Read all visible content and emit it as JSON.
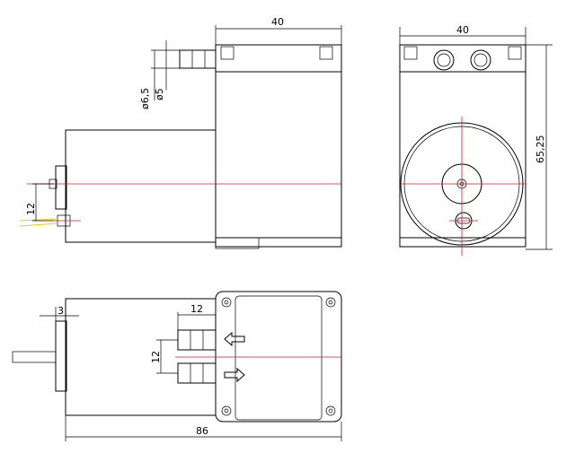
{
  "dimensions": {
    "side_top_width": "40",
    "end_top_width": "40",
    "end_height": "65,25",
    "nozzle_outer_dia": "ø6,5",
    "nozzle_inner_dia": "ø5",
    "shaft_offset": "12",
    "bottom_nozzle_length": "12",
    "bottom_nozzle_spacing": "12",
    "shaft_length": "3",
    "total_length": "86"
  },
  "colors": {
    "lines": "#000000",
    "centerlines": "#e0191f",
    "wire": "#e8d000"
  }
}
